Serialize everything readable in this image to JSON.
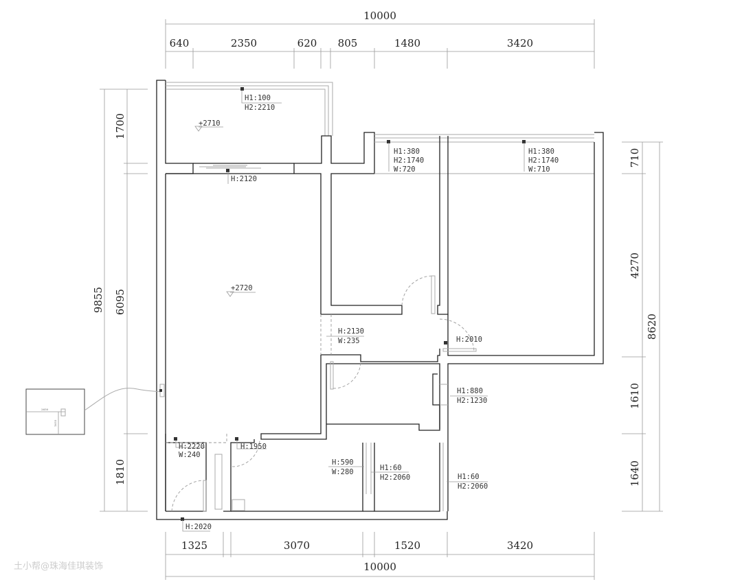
{
  "dimensions": {
    "top_total": "10000",
    "top": [
      "640",
      "2350",
      "620",
      "805",
      "1480",
      "3420"
    ],
    "bottom": [
      "1325",
      "3070",
      "1520",
      "3420"
    ],
    "bottom_total": "10000",
    "left_total": "9855",
    "left": [
      "1700",
      "6095",
      "1810"
    ],
    "right_total": "8620",
    "right": [
      "710",
      "4270",
      "1610",
      "1640"
    ]
  },
  "annotations": {
    "balcony_window_h1": "H1:100",
    "balcony_window_h2": "H2:2210",
    "balcony_level": "+2710",
    "living_level": "+2720",
    "sliding_door": "H:2120",
    "bedroom2_window": [
      "H1:380",
      "H2:1740",
      "W:720"
    ],
    "master_window": [
      "H1:380",
      "H2:1740",
      "W:710"
    ],
    "corridor_opening": [
      "H:2130",
      "W:235"
    ],
    "master_door": "H:2010",
    "bath_window": [
      "H1:880",
      "H2:1230"
    ],
    "entrance_opening": [
      "H:2220",
      "W:240"
    ],
    "kitchen_door": "H:1950",
    "kitchen_window": [
      "H:590",
      "W:280"
    ],
    "room_window_a": [
      "H1:60",
      "H2:2060"
    ],
    "room_window_b": [
      "H1:60",
      "H2:2060"
    ],
    "entry_door": "H:2020"
  },
  "inset": {
    "w": "2650",
    "h": "1655"
  },
  "watermark": "土小帮@珠海佳琪装饰"
}
